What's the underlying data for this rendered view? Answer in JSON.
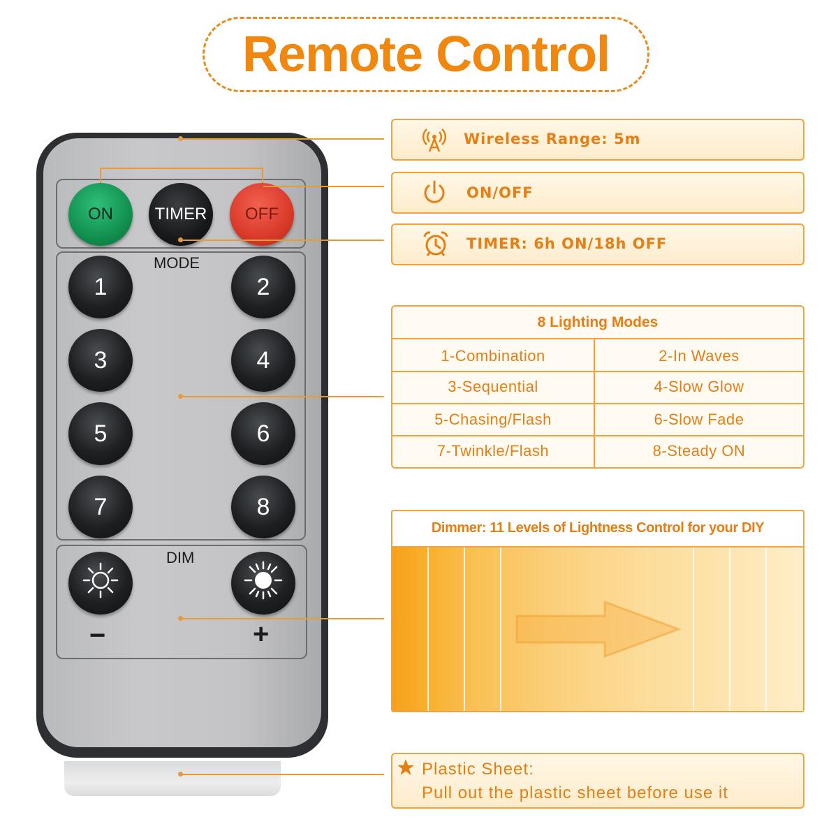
{
  "title": "Remote Control",
  "colors": {
    "accent": "#f0870f",
    "on_button": "#12904f",
    "off_button": "#d93a2a",
    "remote_body": "#2d2f33"
  },
  "remote": {
    "on_label": "ON",
    "timer_label": "TIMER",
    "off_label": "OFF",
    "mode_label": "MODE",
    "number_buttons": [
      "1",
      "2",
      "3",
      "4",
      "5",
      "6",
      "7",
      "8"
    ],
    "dim_label": "DIM",
    "minus_label": "−",
    "plus_label": "+",
    "dim_icons": [
      "sun-dim-icon",
      "sun-bright-icon"
    ]
  },
  "features": {
    "wireless": {
      "icon": "antenna-icon",
      "text": "Wireless Range: 5m"
    },
    "power": {
      "icon": "power-icon",
      "text": "ON/OFF"
    },
    "timer": {
      "icon": "alarm-clock-icon",
      "text": "TIMER: 6h ON/18h OFF"
    }
  },
  "modes": {
    "title": "8 Lighting Modes",
    "rows": [
      [
        "1-Combination",
        "2-In Waves"
      ],
      [
        "3-Sequential",
        "4-Slow Glow"
      ],
      [
        "5-Chasing/Flash",
        "6-Slow Fade"
      ],
      [
        "7-Twinkle/Flash",
        "8-Steady ON"
      ]
    ]
  },
  "dimmer": {
    "title": "Dimmer: 11 Levels of Lightness Control for your DIY",
    "arrow_icon": "right-arrow-icon"
  },
  "plastic_sheet": {
    "icon": "star-icon",
    "title": "Plastic Sheet:",
    "text": "Pull out the plastic sheet before use it"
  }
}
